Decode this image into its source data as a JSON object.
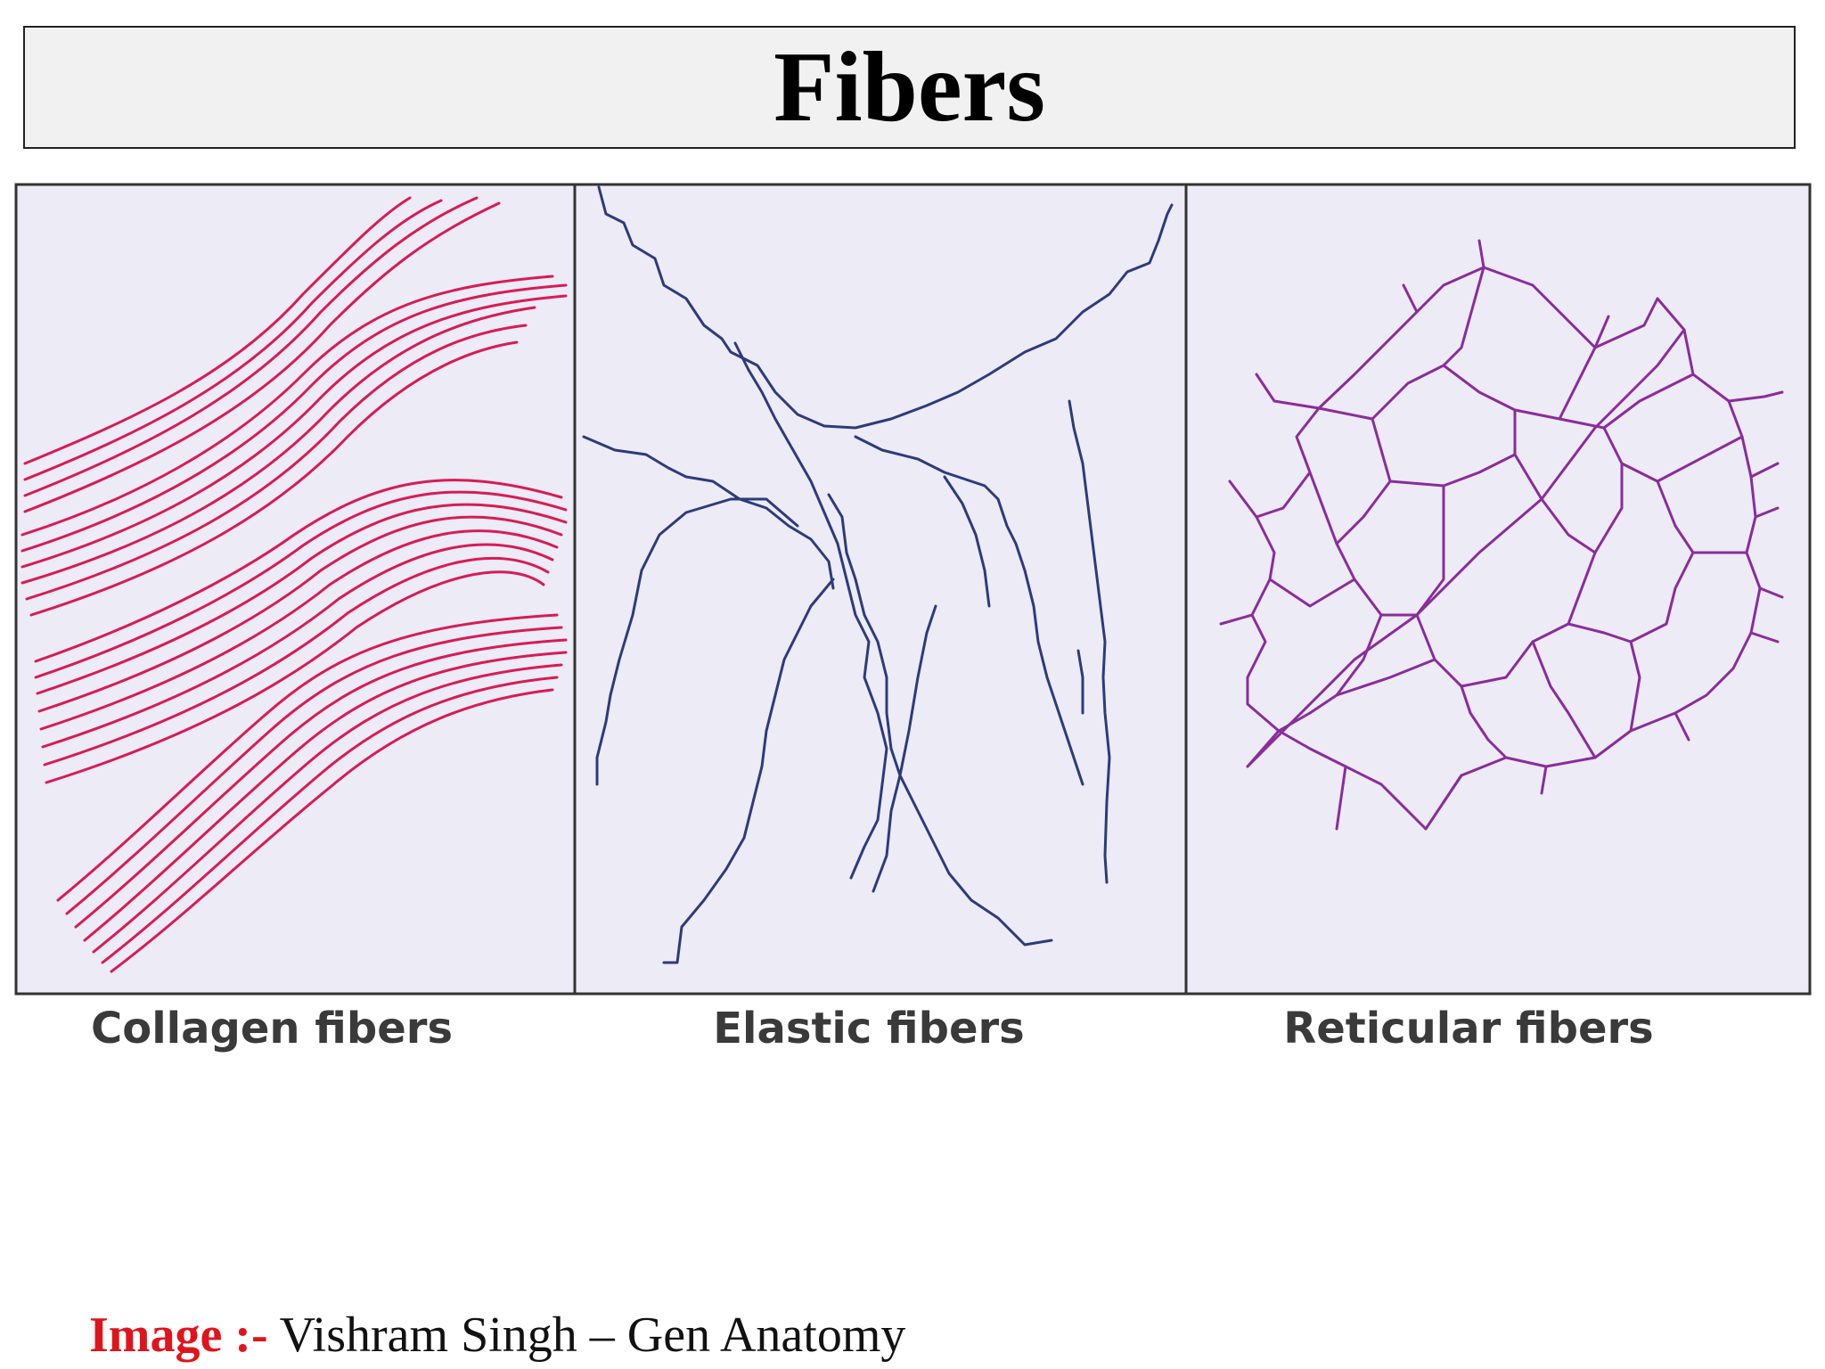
{
  "title": "Fibers",
  "panels": [
    {
      "id": "collagen",
      "caption": "Collagen fibers"
    },
    {
      "id": "elastic",
      "caption": "Elastic fibers"
    },
    {
      "id": "reticular",
      "caption": "Reticular fibers"
    }
  ],
  "credit": {
    "label": "Image :-",
    "text": " Vishram Singh – Gen Anatomy"
  },
  "colors": {
    "collagen": "#d81b55",
    "elastic": "#2d3b7a",
    "reticular": "#8a2c9b",
    "panel_bg": "#ecebf6",
    "credit_label": "#e0141c"
  }
}
